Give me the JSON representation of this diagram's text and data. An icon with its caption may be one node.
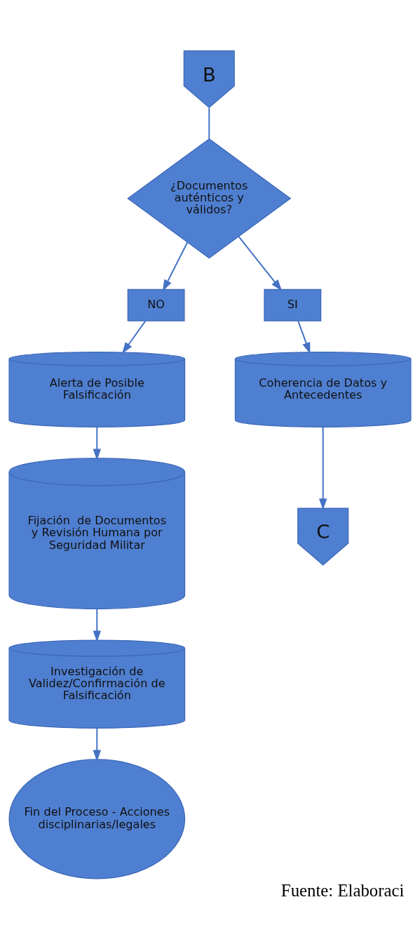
{
  "diagram": {
    "caption": "Fuente: Elaboraci",
    "nodes": [
      {
        "text": [
          "B"
        ]
      },
      {
        "text": [
          "¿Documentos auténticos y válidos?"
        ]
      },
      {
        "text": [
          "NO"
        ]
      },
      {
        "text": [
          "SI"
        ]
      },
      {
        "text": [
          "Alerta de Posible Falsificación"
        ]
      },
      {
        "text": [
          "Coherencia de Datos y Antecedentes"
        ]
      },
      {
        "text": [
          "Fijación  de Documentos y Revisión Humana por Seguridad Militar"
        ]
      },
      {
        "text": [
          "Investigación de Validez/Confirmación de Falsificación"
        ]
      },
      {
        "text": [
          "Fin del Proceso - Acciones disciplinarias/legales"
        ]
      },
      {
        "text": [
          "C"
        ]
      }
    ],
    "edges": [
      {
        "from": 0,
        "to": 1,
        "arrow": "none"
      },
      {
        "from": 1,
        "to": 2,
        "arrow": "to"
      },
      {
        "from": 1,
        "to": 3,
        "arrow": "to"
      },
      {
        "from": 2,
        "to": 4,
        "arrow": "to"
      },
      {
        "from": 3,
        "to": 5,
        "arrow": "to"
      },
      {
        "from": 4,
        "to": 6,
        "arrow": "to"
      },
      {
        "from": 6,
        "to": 7,
        "arrow": "to"
      },
      {
        "from": 7,
        "to": 8,
        "arrow": "to"
      },
      {
        "from": 5,
        "to": 9,
        "arrow": "to"
      }
    ]
  }
}
